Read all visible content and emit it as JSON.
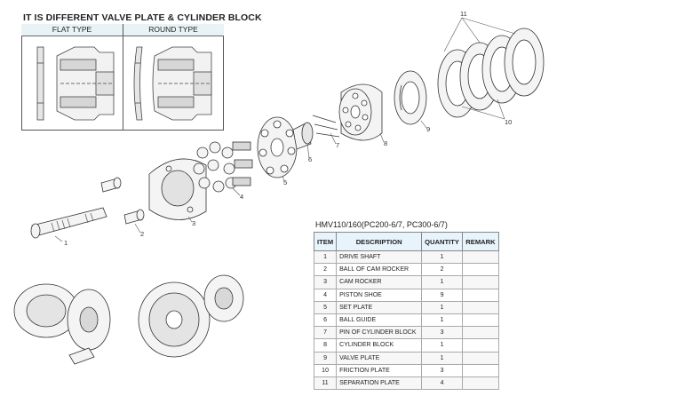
{
  "comparison": {
    "title": "IT IS DIFFERENT VALVE PLATE & CYLINDER BLOCK",
    "flat_label": "FLAT  TYPE",
    "round_label": "ROUND  TYPE"
  },
  "callouts": [
    "1",
    "2",
    "3",
    "4",
    "5",
    "6",
    "7",
    "8",
    "9",
    "10",
    "11"
  ],
  "table": {
    "caption": "HMV110/160(PC200-6/7, PC300-6/7)",
    "headers": [
      "ITEM",
      "DESCRIPTION",
      "QUANTITY",
      "REMARK"
    ],
    "rows": [
      {
        "item": "1",
        "description": "DRIVE SHAFT",
        "quantity": "1",
        "remark": ""
      },
      {
        "item": "2",
        "description": "BALL OF CAM ROCKER",
        "quantity": "2",
        "remark": ""
      },
      {
        "item": "3",
        "description": "CAM ROCKER",
        "quantity": "1",
        "remark": ""
      },
      {
        "item": "4",
        "description": "PISTON SHOE",
        "quantity": "9",
        "remark": ""
      },
      {
        "item": "5",
        "description": "SET PLATE",
        "quantity": "1",
        "remark": ""
      },
      {
        "item": "6",
        "description": "BALL GUIDE",
        "quantity": "1",
        "remark": ""
      },
      {
        "item": "7",
        "description": "PIN OF CYLINDER BLOCK",
        "quantity": "3",
        "remark": ""
      },
      {
        "item": "8",
        "description": "CYLINDER BLOCK",
        "quantity": "1",
        "remark": ""
      },
      {
        "item": "9",
        "description": "VALVE PLATE",
        "quantity": "1",
        "remark": ""
      },
      {
        "item": "10",
        "description": "FRICTION PLATE",
        "quantity": "3",
        "remark": ""
      },
      {
        "item": "11",
        "description": "SEPARATION PLATE",
        "quantity": "4",
        "remark": ""
      }
    ]
  }
}
